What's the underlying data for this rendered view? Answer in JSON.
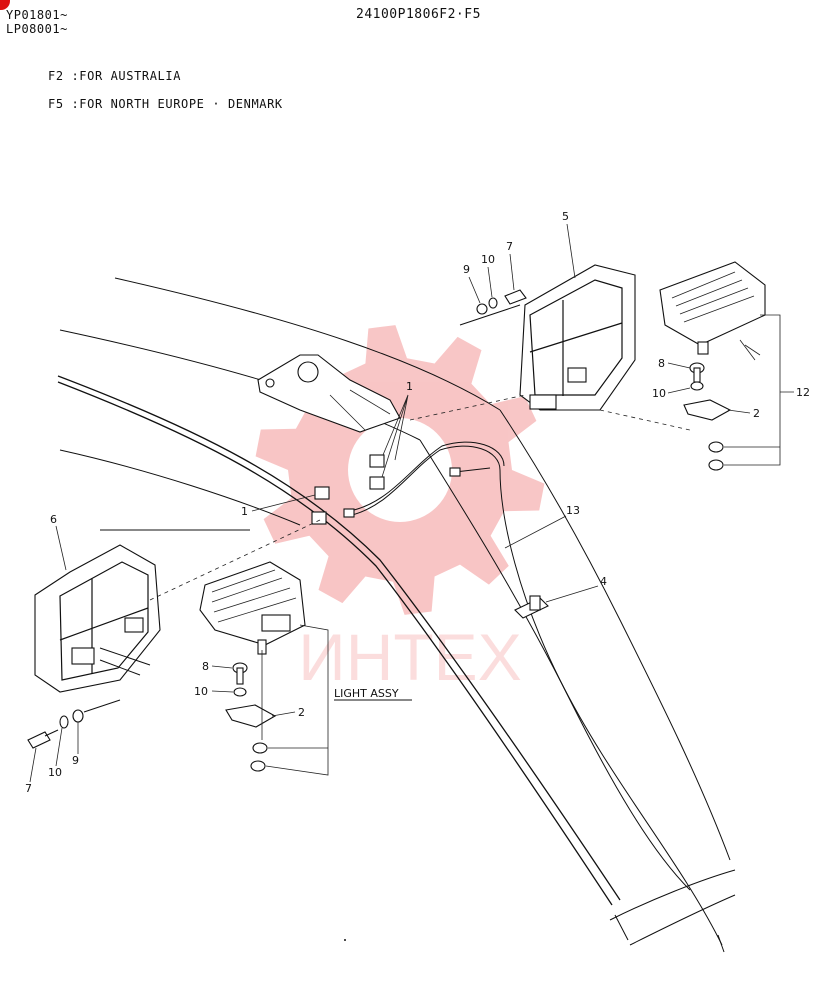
{
  "header": {
    "serial_1": "YP01801~",
    "serial_2": "LP08001~",
    "diagram_code": "24100P1806F2·F5"
  },
  "notes": [
    "F2 :FOR AUSTRALIA",
    "F5 :FOR NORTH EUROPE · DENMARK"
  ],
  "watermark": {
    "text": "ИНТЕХ",
    "color": "#f4a0a0"
  },
  "callouts": {
    "c1a": "1",
    "c1b": "1",
    "c2a": "2",
    "c2b": "2",
    "c4": "4",
    "c5": "5",
    "c6": "6",
    "c7a": "7",
    "c7b": "7",
    "c8a": "8",
    "c8b": "8",
    "c9a": "9",
    "c9b": "9",
    "c10a": "10",
    "c10b": "10",
    "c10c": "10",
    "c10d": "10",
    "c12": "12",
    "c13": "13"
  },
  "light_assy_label": "LIGHT ASSY"
}
